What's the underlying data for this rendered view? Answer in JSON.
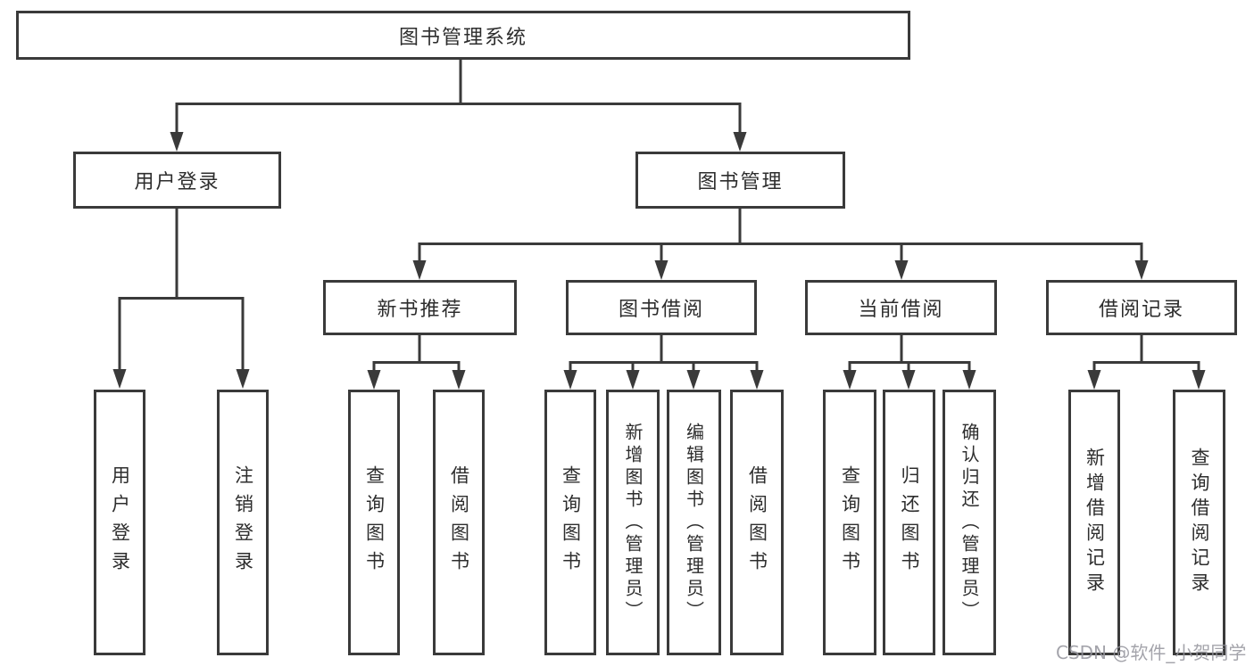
{
  "tree": {
    "root": {
      "label": "图书管理系统"
    },
    "branches": [
      {
        "label": "用户登录",
        "leaves": [
          "用户登录",
          "注销登录"
        ]
      },
      {
        "label": "图书管理",
        "groups": [
          {
            "label": "新书推荐",
            "leaves": [
              "查询图书",
              "借阅图书"
            ]
          },
          {
            "label": "图书借阅",
            "leaves": [
              "查询图书",
              "新增图书（管理员）",
              "编辑图书（管理员）",
              "借阅图书"
            ]
          },
          {
            "label": "当前借阅",
            "leaves": [
              "查询图书",
              "归还图书",
              "确认归还（管理员）"
            ]
          },
          {
            "label": "借阅记录",
            "leaves": [
              "新增借阅记录",
              "查询借阅记录"
            ]
          }
        ]
      }
    ]
  },
  "watermark": "CSDN @软件_小贺同学",
  "colors": {
    "line": "#3a3a3a",
    "box_border": "#3a3a3a",
    "text": "#2d2d2d",
    "watermark": "#94949c",
    "background": "#ffffff"
  }
}
